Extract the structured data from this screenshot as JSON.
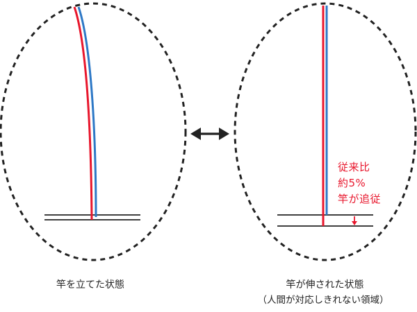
{
  "left_panel": {
    "caption": "竿を立てた状態"
  },
  "right_panel": {
    "caption": "竿が伸された状態",
    "subcaption": "（人間が対応しきれない領域）",
    "annotation": [
      "従来比",
      "約5%",
      "竿が追従"
    ]
  },
  "colors": {
    "red": "#e8162c",
    "blue": "#2d78c6",
    "outline": "#222222",
    "annotation": "#e8162c"
  },
  "icons": {
    "compare_arrow": "double-headed-arrow"
  }
}
